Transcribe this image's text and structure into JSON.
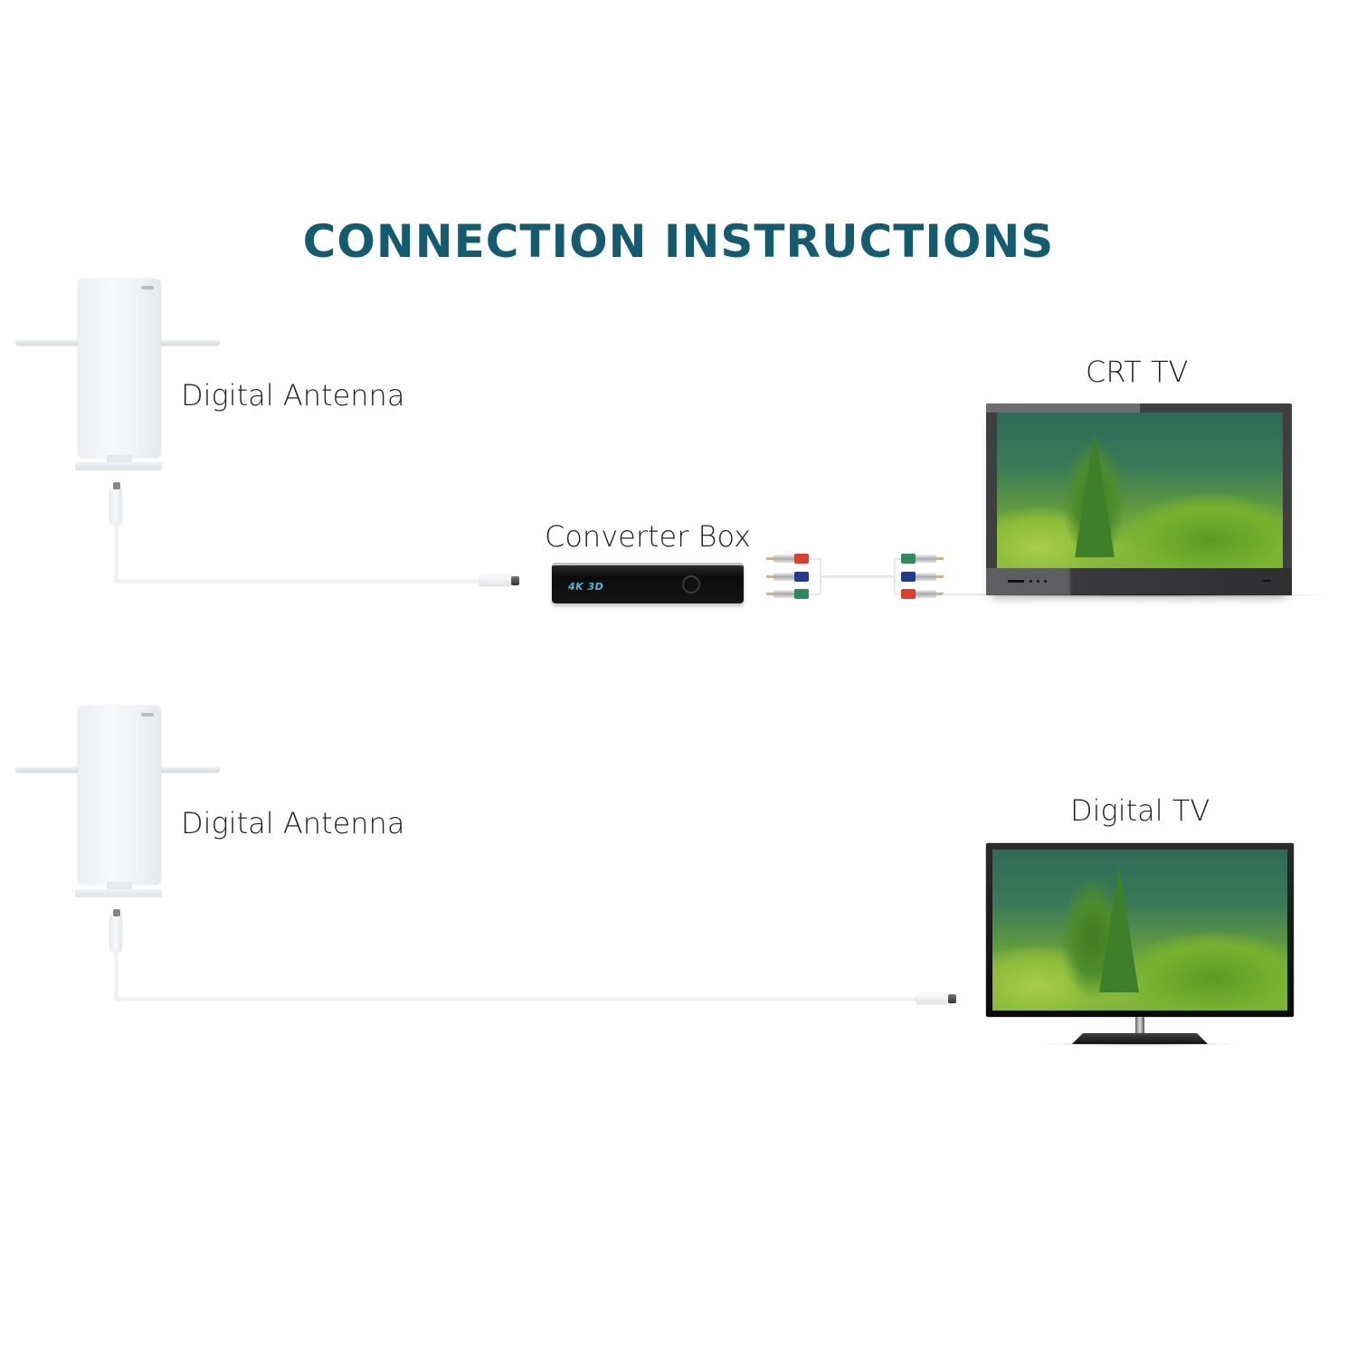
{
  "title": "CONNECTION INSTRUCTIONS",
  "colors": {
    "title": "#135b6e",
    "label": "#222222",
    "background": "#ffffff",
    "rca_red": "#d8412e",
    "rca_blue": "#243a8f",
    "rca_green": "#2f8a5a",
    "box_text": "#4fb6d8"
  },
  "setups": [
    {
      "antenna_label": "Digital Antenna",
      "intermediate_label": "Converter Box",
      "converter_badge": "4K 3D",
      "cable": "coaxial",
      "video_cable": "component RCA (red, blue, green)",
      "tv_label": "CRT TV"
    },
    {
      "antenna_label": "Digital Antenna",
      "cable": "coaxial",
      "tv_label": "Digital TV"
    }
  ],
  "icons": {
    "antenna": "antenna-icon",
    "converter": "converter-box-icon",
    "crt_tv": "crt-tv-icon",
    "digital_tv": "digital-tv-icon",
    "coax": "coax-connector-icon",
    "rca": "rca-cable-icon"
  }
}
